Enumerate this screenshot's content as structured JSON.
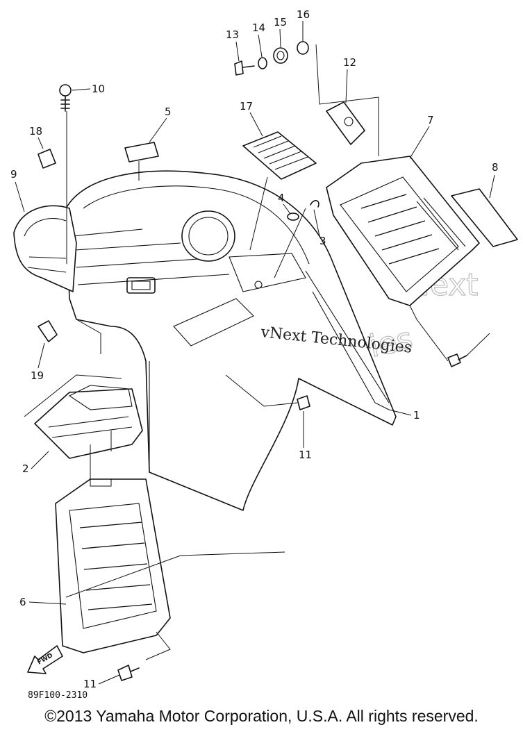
{
  "diagram": {
    "part_numbers": [
      "1",
      "2",
      "3",
      "4",
      "5",
      "6",
      "7",
      "8",
      "9",
      "10",
      "11",
      "11",
      "12",
      "13",
      "14",
      "15",
      "16",
      "17",
      "18",
      "19"
    ],
    "diagram_code": "89F100-2310",
    "fwd_label": "FWD"
  },
  "watermark": {
    "line1": "vNext Technologies",
    "line2": "vNext",
    "line3": "Technologies"
  },
  "footer": {
    "copyright": "©2013 Yamaha Motor Corporation, U.S.A. All rights reserved."
  }
}
